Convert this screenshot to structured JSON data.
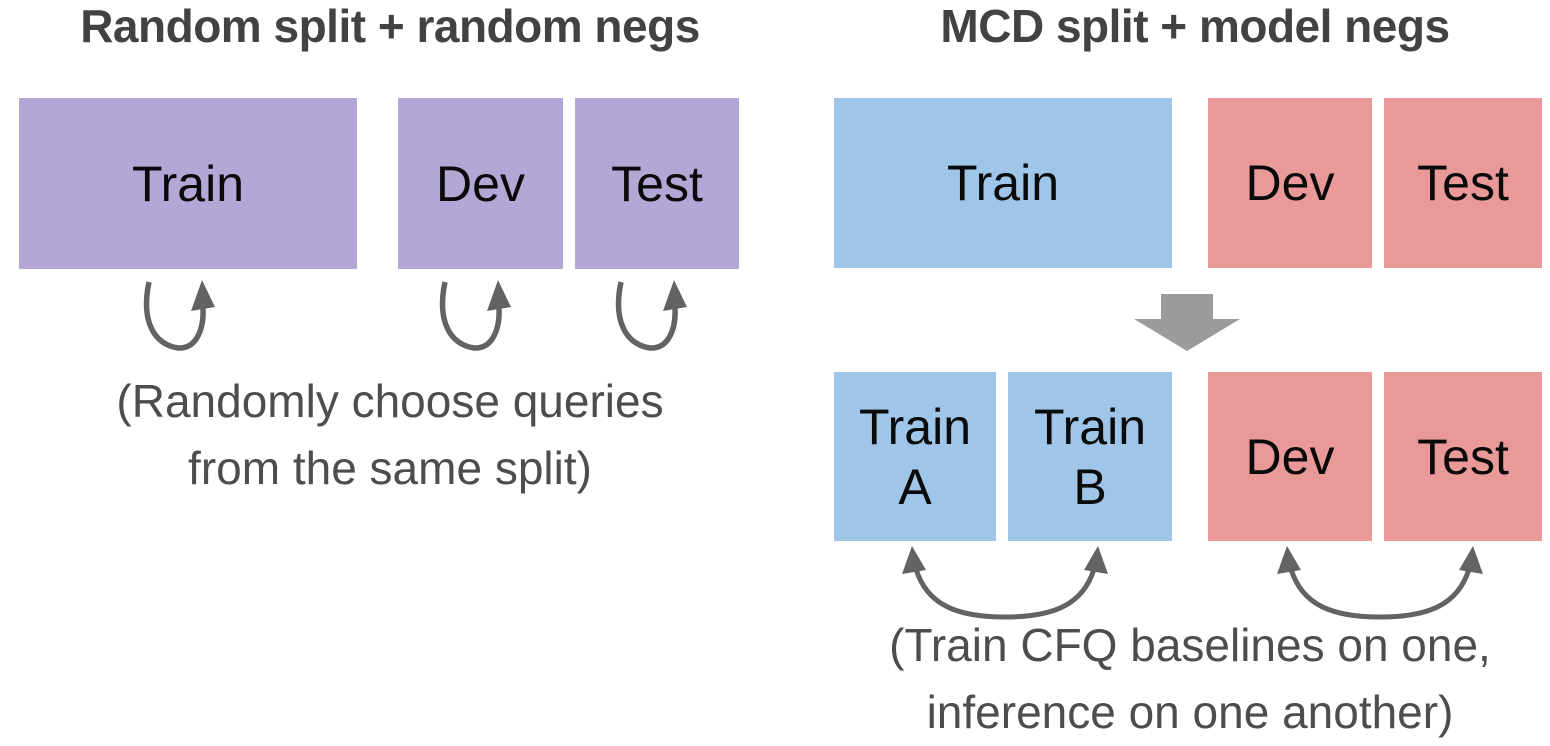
{
  "left_panel": {
    "title": "Random split + random negs",
    "boxes": [
      {
        "label": "Train"
      },
      {
        "label": "Dev"
      },
      {
        "label": "Test"
      }
    ],
    "caption_line1": "(Randomly choose queries",
    "caption_line2": "from the same split)"
  },
  "right_panel": {
    "title": "MCD split + model negs",
    "top_boxes": [
      {
        "label": "Train"
      },
      {
        "label": "Dev"
      },
      {
        "label": "Test"
      }
    ],
    "bottom_boxes": [
      {
        "line1": "Train",
        "line2": "A"
      },
      {
        "line1": "Train",
        "line2": "B"
      },
      {
        "label": "Dev"
      },
      {
        "label": "Test"
      }
    ],
    "caption_line1": "(Train CFQ baselines on one,",
    "caption_line2": "inference on one another)"
  },
  "icons": {
    "self_loop": "self-loop-arrow",
    "down": "down-block-arrow",
    "swap": "double-headed-swap-arrow"
  },
  "colors": {
    "purple": "#b4a7d6",
    "blue": "#9fc5e8",
    "pink": "#ea9999",
    "title_text": "#424242",
    "caption_text": "#4d4d4d",
    "loop_arrow": "#636363",
    "block_arrow": "#9b9b9b",
    "box_label": "#0a0a0a"
  }
}
